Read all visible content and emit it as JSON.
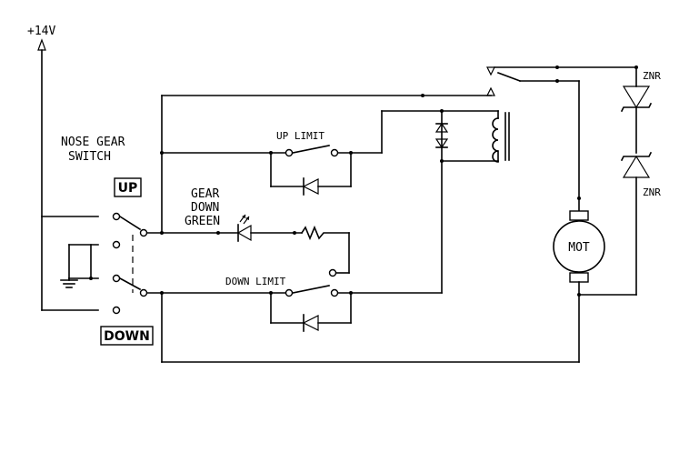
{
  "labels": {
    "supply": "+14V",
    "switch_title_1": "NOSE GEAR",
    "switch_title_2": "SWITCH",
    "up_box": "UP",
    "down_box": "DOWN",
    "up_limit": "UP LIMIT",
    "down_limit": "DOWN LIMIT",
    "gear_1": "GEAR",
    "gear_2": "DOWN",
    "gear_3": "GREEN",
    "motor": "MOT",
    "znr_top": "ZNR",
    "znr_bottom": "ZNR"
  }
}
